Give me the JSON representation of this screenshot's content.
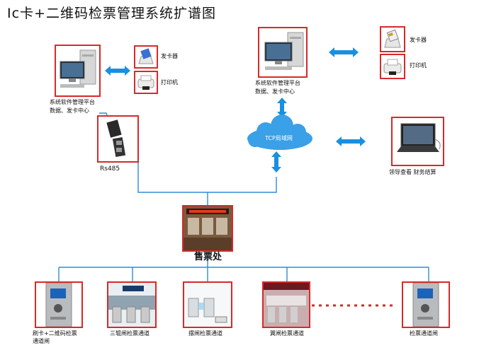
{
  "title": "Ic卡+二维码检票管理系统扩谱图",
  "left_platform": {
    "line1": "系统软件管理平台",
    "line2": "数据、发卡中心",
    "card_issuer": "发卡器",
    "printer": "打印机",
    "converter": "Rs485"
  },
  "right_platform": {
    "line1": "系统软件管理平台",
    "line2": "数据、发卡中心",
    "card_issuer": "发卡器",
    "printer": "打印机"
  },
  "network": {
    "label": "TCP局域网"
  },
  "laptop": {
    "label": "领导查看 财务结算"
  },
  "ticket_office": {
    "label": "售票处"
  },
  "gates": [
    {
      "line1": "刷卡+二维码检票",
      "line2": "通道闸"
    },
    {
      "line1": "三辊闸检票通道",
      "line2": ""
    },
    {
      "line1": "摆闸检票通道",
      "line2": ""
    },
    {
      "line1": "翼闸检票通道",
      "line2": ""
    },
    {
      "line1": "检票通道闸",
      "line2": ""
    }
  ],
  "colors": {
    "frame": "#d62a2a",
    "wire": "#2e8bd8",
    "arrow": "#1a8fe0",
    "cloud": "#3aa0e8"
  }
}
